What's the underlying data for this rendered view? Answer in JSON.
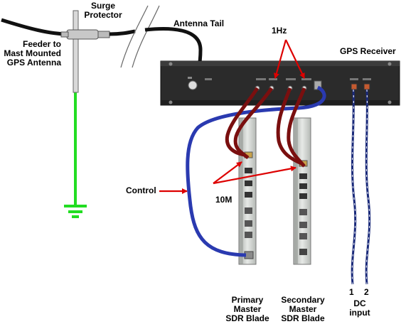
{
  "labels": {
    "surge_protector": [
      "Surge",
      "Protector"
    ],
    "feeder": [
      "Feeder to",
      "Mast Mounted",
      "GPS Antenna"
    ],
    "antenna_tail": "Antenna Tail",
    "one_hz": "1Hz",
    "gps_receiver": "GPS Receiver",
    "control": "Control",
    "ten_m": "10M",
    "primary": [
      "Primary",
      "Master",
      "SDR Blade"
    ],
    "secondary": [
      "Secondary",
      "Master",
      "SDR Blade"
    ],
    "dc_one": "1",
    "dc_two": "2",
    "dc_input": [
      "DC",
      "input"
    ]
  },
  "colors": {
    "ground_wire": "#22dd22",
    "control_cable": "#2a3ab0",
    "timing_cable": "#7a0f0f",
    "dc_cable": "#1a2a7a",
    "arrow": "#dd0000",
    "receiver_body": "#2b2b2b",
    "blade_body": "#cfd3cf"
  }
}
